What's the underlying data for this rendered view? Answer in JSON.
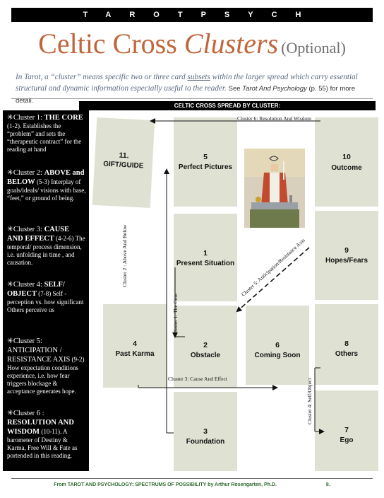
{
  "header": {
    "banner": "TAROTPSYCH"
  },
  "title": {
    "main": "Celtic Cross ",
    "italic": "Clusters",
    "optional": "(Optional)"
  },
  "intro": {
    "text1": "In Tarot, a “cluster” means specific two or three card ",
    "underlined": "subsets",
    "text2": " within the larger spread which carry essential structural and dynamic information especially useful to the reader.",
    "ref_see": "See ",
    "ref_book": "Tarot And Psychology",
    "ref_tail": " (p. 55) for more detail."
  },
  "spread_header": "CELTIC CROSS SPREAD BY CLUSTER:",
  "clusters": [
    {
      "star": "✳",
      "name": "Cluster 1: ",
      "bold": "THE CORE",
      "range": "(1-2).",
      "desc": " Establishes the “problem” and sets  the “therapeutic contract” for the reading at hand"
    },
    {
      "star": "✳",
      "name": "Cluster 2: ",
      "bold": "ABOVE and BELOW",
      "range": "(5-3)",
      "desc": " Interplay of goals/ideals/ visions with base, “feet,” or  ground of being."
    },
    {
      "star": "✳",
      "name": "Cluster 3: ",
      "bold": "CAUSE AND EFFECT",
      "range": "(4-2-6)",
      "desc": " The temporal/ process dimension, i.e. unfolding in time , and causation."
    },
    {
      "star": "✳",
      "name": "Cluster 4: ",
      "bold": "SELF/ OBJECT",
      "range": "(7-8)",
      "desc": "  Self - perception vs. how significant Others perceive us"
    },
    {
      "star": "✳",
      "name": "Cluster 5: ",
      "bold": "",
      "upper": "ANTICIPATION / RESISTANCE AXIS",
      "range": "(9-2)",
      "desc": " How expectation conditions experience, i.e. how fear triggers blockage & acceptance generates hope."
    },
    {
      "star": "✳",
      "name": "Cluster 6 : ",
      "bold": "RESOLUTION AND WISDOM",
      "range": "(10-11).",
      "desc": " A barometer of Destiny & Karma, Free Will & Fate as portended in this reading."
    }
  ],
  "cards": {
    "c11": {
      "num": "11.",
      "name": "GIFT/GUIDE"
    },
    "c5": {
      "num": "5",
      "name": "Perfect Pictures"
    },
    "c10": {
      "num": "10",
      "name": "Outcome"
    },
    "c1": {
      "num": "1",
      "name": "Present Situation"
    },
    "c9": {
      "num": "9",
      "name": "Hopes/Fears"
    },
    "c4": {
      "num": "4",
      "name": "Past Karma"
    },
    "c2": {
      "num": "2",
      "name": "Obstacle"
    },
    "c6": {
      "num": "6",
      "name": "Coming Soon"
    },
    "c8": {
      "num": "8",
      "name": "Others"
    },
    "c3": {
      "num": "3",
      "name": "Foundation"
    },
    "c7": {
      "num": "7",
      "name": "Ego"
    }
  },
  "arrow_labels": {
    "c6": "Cluster 6: Resolution And Wisdom",
    "c2": "Cluster 2 : Above And Below",
    "c1": "Cluster 1: The Core",
    "c5": "Cluster 5: Anticipation/Resistance Axis",
    "c3": "Cluster 3: Cause And Effect",
    "c4": "Cluster 4: Self/Object"
  },
  "footer": {
    "from": "From ",
    "book": "TAROT AND PSYCHOLOGY: SPECTRUMS OF POSSIBILITY",
    "by": " by Arthur Rosengarten, Ph.D.",
    "page": "8."
  },
  "colors": {
    "title": "#c1653a",
    "card": "#dfe2d2",
    "footer": "#2e6a2e",
    "intro": "#5a6a7e"
  }
}
